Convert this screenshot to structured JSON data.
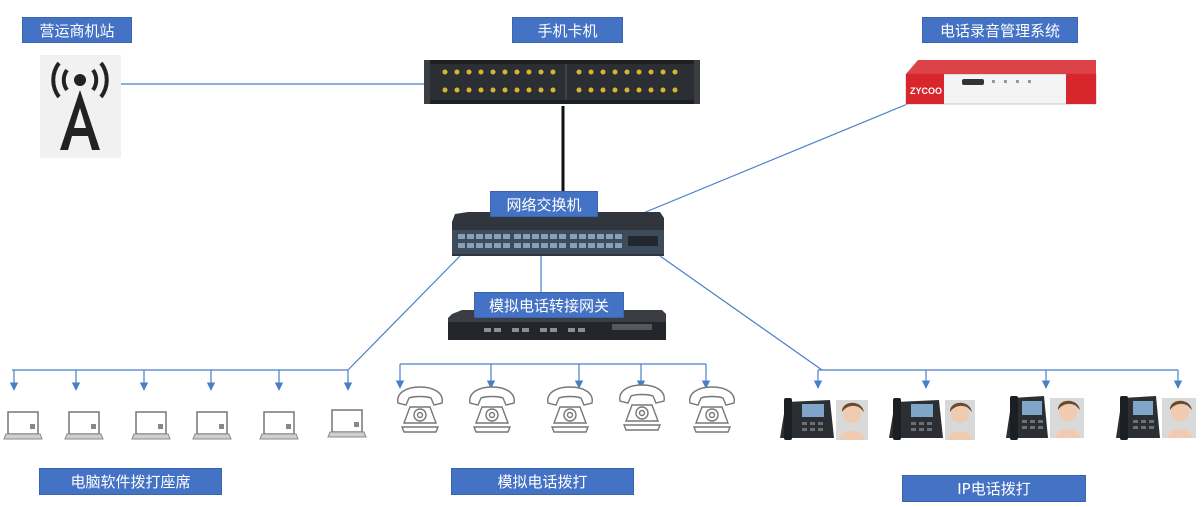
{
  "labels": {
    "carrier_station": "营运商机站",
    "sim_gateway": "手机卡机",
    "recording_system": "电话录音管理系统",
    "network_switch": "网络交换机",
    "analog_gateway": "模拟电话转接网关",
    "pc_seats": "电脑软件拨打座席",
    "analog_phones": "模拟电话拨打",
    "ip_phones": "IP电话拨打"
  },
  "recorder_brand": "ZYCOO",
  "colors": {
    "label_bg": "#4472c4",
    "line": "#4a7fc8",
    "recorder_red": "#d8262d",
    "device_dark": "#2b2f33"
  },
  "icons": {
    "tower": "radio-tower-icon",
    "pc": "laptop-icon",
    "analog": "rotary-phone-icon",
    "ip": "ip-phone-icon"
  }
}
